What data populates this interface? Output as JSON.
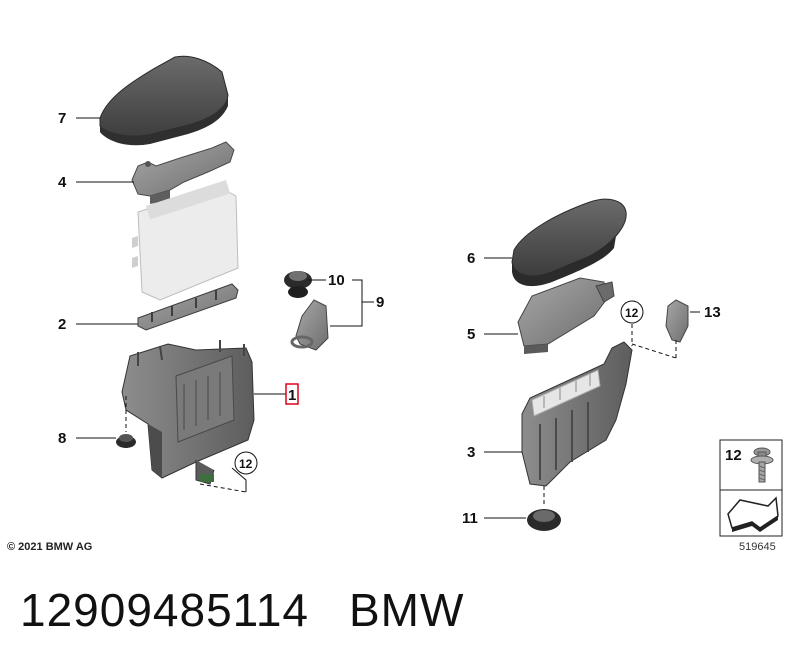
{
  "copyright": "© 2021 BMW AG",
  "diagram_number": "519645",
  "caption": {
    "part_number": "12909485114",
    "brand": "BMW"
  },
  "callouts": {
    "c1": "1",
    "c2": "2",
    "c3": "3",
    "c4": "4",
    "c5": "5",
    "c6": "6",
    "c7": "7",
    "c8": "8",
    "c9": "9",
    "c10": "10",
    "c11": "11",
    "c12a": "12",
    "c12b": "12",
    "c13": "13",
    "legend12": "12"
  },
  "highlight_color": "#e0001b"
}
